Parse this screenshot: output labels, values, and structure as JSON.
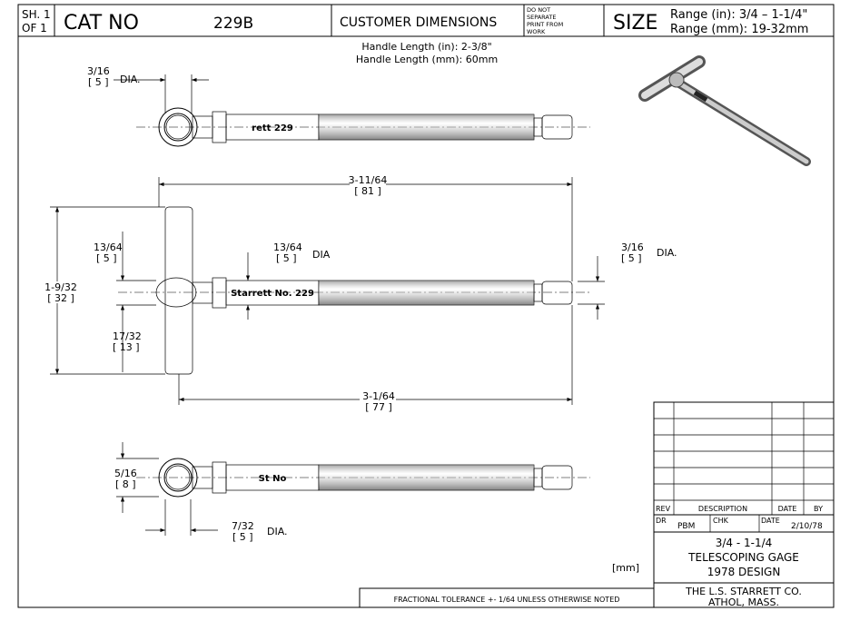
{
  "header": {
    "sheet_label": "SH. 1",
    "of_label": "OF  1",
    "cat_no_label": "CAT NO",
    "cat_no_value": "229B",
    "customer_dims": "CUSTOMER DIMENSIONS",
    "do_not_separate": [
      "DO NOT",
      "SEPARATE",
      "PRINT FROM",
      "WORK"
    ],
    "size_label": "SIZE",
    "range_in": "Range (in): 3/4 – 1-1/4\"",
    "range_mm": "Range (mm): 19-32mm"
  },
  "handle": {
    "length_in": "Handle Length (in): 2-3/8\"",
    "length_mm": "Handle Length (mm): 60mm"
  },
  "dimensions": {
    "top_dia_in": "3/16",
    "top_dia_mm": "[ 5 ]",
    "dia_label": "DIA.",
    "overall_in": "3-11/64",
    "overall_mm": "[ 81 ]",
    "height_in": "1-9/32",
    "height_mm": "[ 32 ]",
    "upper_in": "13/64",
    "upper_mm": "[ 5 ]",
    "shaft_dia_in": "13/64",
    "shaft_dia_mm": "[ 5 ]",
    "shaft_dia_label": "DIA",
    "lower_in": "17/32",
    "lower_mm": "[ 13 ]",
    "tip_dia_in": "3/16",
    "tip_dia_mm": "[ 5 ]",
    "tip_dia_label": "DIA.",
    "shaft_len_in": "3-1/64",
    "shaft_len_mm": "[ 77 ]",
    "ring_in": "5/16",
    "ring_mm": "[ 8 ]",
    "ring_dia_in": "7/32",
    "ring_dia_mm": "[ 5 ]",
    "ring_dia_label": "DIA."
  },
  "engraving": {
    "top": "rett\n229",
    "mid": "Starrett No. 229",
    "bot": "St No"
  },
  "units_note": "[mm]",
  "tolerance_note": "FRACTIONAL TOLERANCE  +- 1/64 UNLESS OTHERWISE NOTED",
  "title_block": {
    "rev_header": "REV",
    "description_header": "DESCRIPTION",
    "date_header": "DATE",
    "by_header": "BY",
    "dr_label": "DR",
    "dr_value": "PBM",
    "chk_label": "CHK",
    "date_label": "DATE",
    "date_value": "2/10/78",
    "title_lines": [
      "3/4 - 1-1/4",
      "TELESCOPING GAGE",
      "1978 DESIGN"
    ],
    "company_lines": [
      "THE L.S. STARRETT CO.",
      "ATHOL, MASS."
    ]
  }
}
